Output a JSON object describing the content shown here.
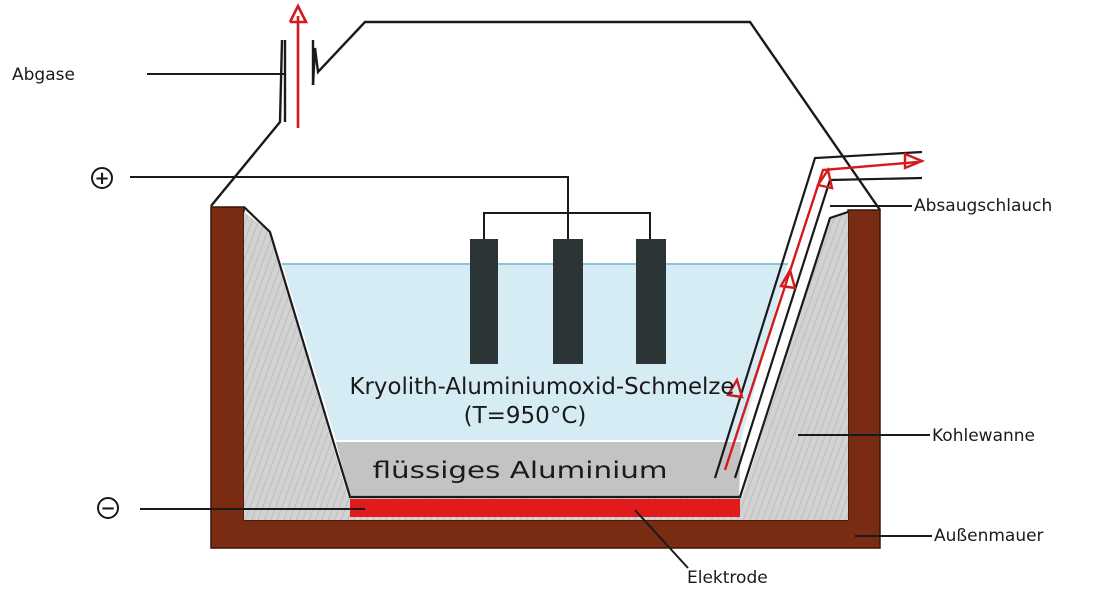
{
  "labels": {
    "abgase": "Abgase",
    "plus": "+",
    "minus": "−",
    "absaugschlauch": "Absaugschlauch",
    "kohlewanne": "Kohlewanne",
    "aussenmauer": "Außenmauer",
    "elektrode": "Elektrode",
    "schmelze_line1": "Kryolith-Aluminiumoxid-Schmelze",
    "schmelze_line2": "(T=950°C)",
    "aluminium": "flüssiges Aluminium"
  },
  "colors": {
    "outline": "#1a1a1a",
    "outer_wall": "#7a2c12",
    "carbon_lining": "#c9c9c9",
    "melt": "#d6ecf4",
    "melt_surface": "#8fc4d4",
    "liquid_aluminium": "#c3c3c3",
    "electrode": "#e11b1b",
    "anode": "#2b3535",
    "arrow": "#d41a1a"
  }
}
